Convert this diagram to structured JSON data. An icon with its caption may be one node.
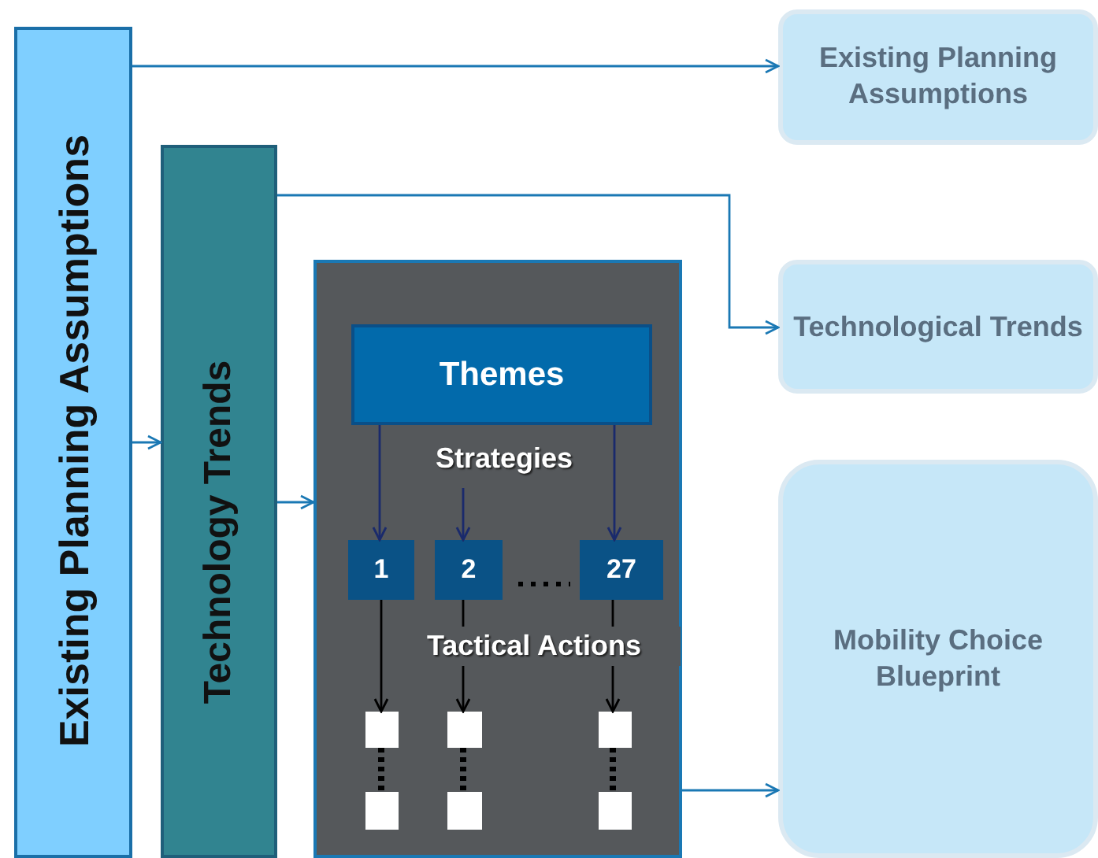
{
  "diagram": {
    "nodes": [
      {
        "text": [
          "Existing Planning Assumptions"
        ]
      },
      {
        "text": [
          "Technology Trends"
        ]
      },
      {
        "text": [],
        "shape": "box"
      },
      {
        "text": [
          "Themes"
        ],
        "in": 2
      },
      {
        "text": [
          "1"
        ],
        "in": 2
      },
      {
        "text": [
          "2"
        ],
        "in": 2
      },
      {
        "text": [
          "27"
        ],
        "in": 2
      },
      {
        "text": [],
        "shape": "box",
        "in": 2
      },
      {
        "text": [],
        "shape": "box",
        "in": 2
      },
      {
        "text": [],
        "shape": "box",
        "in": 2
      },
      {
        "text": [],
        "shape": "box",
        "in": 2
      },
      {
        "text": [],
        "shape": "box",
        "in": 2
      },
      {
        "text": [],
        "shape": "box",
        "in": 2
      },
      {
        "text": [
          "Existing Planning Assumptions"
        ]
      },
      {
        "text": [
          "Technological Trends"
        ]
      },
      {
        "text": [
          "Mobility Choice Blueprint"
        ]
      }
    ],
    "edges": [
      {
        "from": 0,
        "to": 13,
        "arrow": "to",
        "color": "#1a78b4"
      },
      {
        "from": 1,
        "to": 14,
        "arrow": "to",
        "color": "#1a78b4"
      },
      {
        "from": 0,
        "to": 1,
        "arrow": "to",
        "color": "#1a78b4"
      },
      {
        "from": 1,
        "to": 2,
        "arrow": "to",
        "color": "#1a78b4"
      },
      {
        "from": 2,
        "to": 15,
        "arrow": "to",
        "color": "#1a78b4"
      },
      {
        "from": 3,
        "to": 4,
        "arrow": "to",
        "color": "#1a2a6c"
      },
      {
        "from": null,
        "to": 5,
        "arrow": "to",
        "color": "#1a2a6c"
      },
      {
        "from": 3,
        "to": 6,
        "arrow": "to",
        "color": "#1a2a6c"
      },
      {
        "from": 4,
        "to": 7,
        "arrow": "to"
      },
      {
        "from": 5,
        "to": 8,
        "arrow": "to"
      },
      {
        "from": 6,
        "to": 9,
        "arrow": "to"
      },
      {
        "from": 7,
        "to": 10,
        "arrow": "none",
        "style": "dashed"
      },
      {
        "from": 8,
        "to": 11,
        "arrow": "none",
        "style": "dashed"
      },
      {
        "from": 9,
        "to": 12,
        "arrow": "none",
        "style": "dashed"
      }
    ],
    "labels": [
      "Strategies",
      "Tactical Actions"
    ]
  }
}
